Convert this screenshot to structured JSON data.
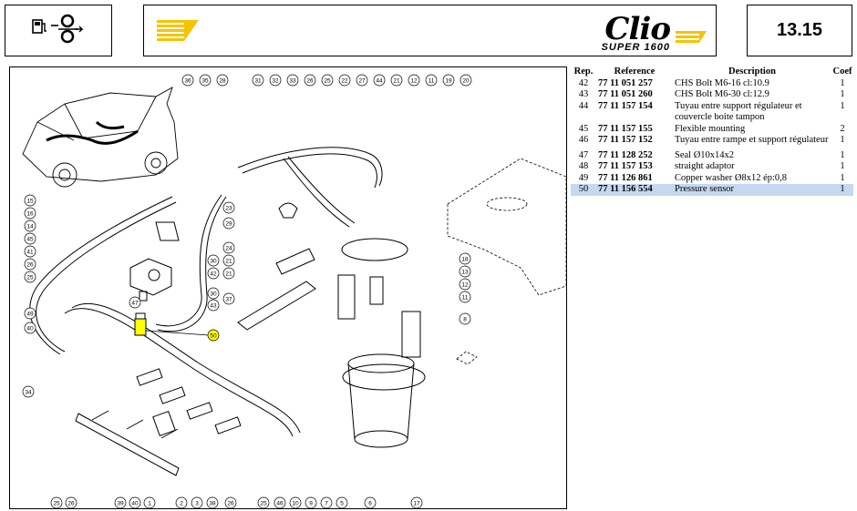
{
  "header": {
    "icon": "fuel-pump-icon",
    "brand": {
      "name": "Clio",
      "sub": "SUPER 1600"
    },
    "page_number": "13.15"
  },
  "table": {
    "columns": [
      "Rep.",
      "Reference",
      "Description",
      "Coef"
    ],
    "rows": [
      {
        "rep": "42",
        "reference": "77 11 051 257",
        "description": "CHS Bolt M6-16 cl:10.9",
        "coef": "1"
      },
      {
        "rep": "43",
        "reference": "77 11 051 260",
        "description": "CHS Bolt M6-30 cl:12.9",
        "coef": "1"
      },
      {
        "rep": "44",
        "reference": "77 11 157 154",
        "description": "Tuyau entre support régulateur et couvercle boite tampon",
        "coef": "1"
      },
      {
        "rep": "45",
        "reference": "77 11 157 155",
        "description": "Flexible mounting",
        "coef": "2"
      },
      {
        "rep": "46",
        "reference": "77 11 157 152",
        "description": "Tuyau entre rampe et support régulateur",
        "coef": "1"
      },
      {
        "rep": "47",
        "reference": "77 11 128 252",
        "description": "Seal Ø10x14x2",
        "coef": "1"
      },
      {
        "rep": "48",
        "reference": "77 11 157 153",
        "description": "straight adaptor",
        "coef": "1"
      },
      {
        "rep": "49",
        "reference": "77 11 126 861",
        "description": "Copper washer Ø8x12 ép:0,8",
        "coef": "1"
      },
      {
        "rep": "50",
        "reference": "77 11 156 554",
        "description": "Pressure sensor",
        "coef": "1"
      }
    ],
    "highlighted_rep": "50"
  },
  "diagram": {
    "top_callouts": [
      "36",
      "35",
      "28",
      "31",
      "32",
      "33",
      "26",
      "25",
      "22",
      "27",
      "44",
      "21",
      "12",
      "11",
      "19",
      "20"
    ],
    "left_callouts": [
      "15",
      "16",
      "14",
      "45",
      "41",
      "26",
      "25",
      "49",
      "40",
      "34"
    ],
    "mid_callouts": [
      "30",
      "42",
      "30",
      "43",
      "47",
      "50",
      "23",
      "29",
      "24",
      "21",
      "21",
      "37"
    ],
    "right_callouts": [
      "18",
      "13",
      "12",
      "11",
      "8"
    ],
    "bottom_callouts": [
      "25",
      "26",
      "39",
      "40",
      "1",
      "2",
      "3",
      "38",
      "26",
      "25",
      "46",
      "10",
      "9",
      "7",
      "5",
      "6",
      "17"
    ],
    "highlighted_callout": "50",
    "colors": {
      "highlight": "#ffff00",
      "row_highlight": "#c4d8f0",
      "banner_accent": "#f5c400"
    }
  }
}
